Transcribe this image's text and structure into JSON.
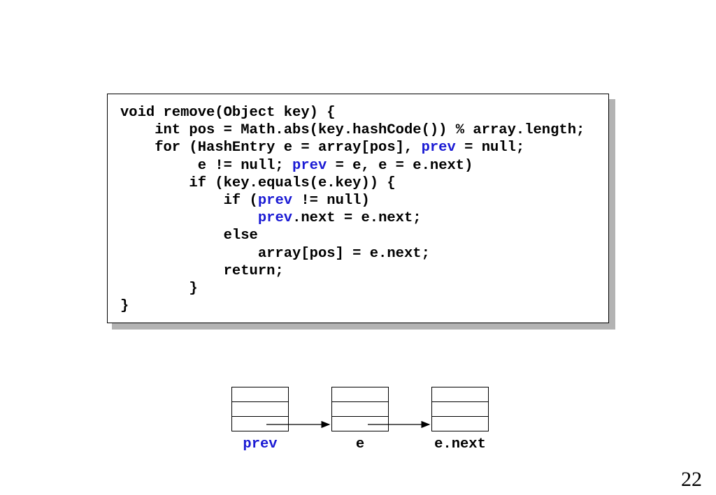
{
  "code": {
    "lines": [
      [
        {
          "t": "void remove(Object key) {",
          "c": "black"
        }
      ],
      [
        {
          "t": "    int pos = Math.abs(key.hashCode()) % array.length;",
          "c": "black"
        }
      ],
      [
        {
          "t": "    for (HashEntry e = array[pos], ",
          "c": "black"
        },
        {
          "t": "prev",
          "c": "blue"
        },
        {
          "t": " = null;",
          "c": "black"
        }
      ],
      [
        {
          "t": "         e != null; ",
          "c": "black"
        },
        {
          "t": "prev",
          "c": "blue"
        },
        {
          "t": " = e, e = e.next)",
          "c": "black"
        }
      ],
      [
        {
          "t": "        if (key.equals(e.key)) {",
          "c": "black"
        }
      ],
      [
        {
          "t": "            if (",
          "c": "black"
        },
        {
          "t": "prev",
          "c": "blue"
        },
        {
          "t": " != null)",
          "c": "black"
        }
      ],
      [
        {
          "t": "                ",
          "c": "black"
        },
        {
          "t": "prev",
          "c": "blue"
        },
        {
          "t": ".next = e.next;",
          "c": "black"
        }
      ],
      [
        {
          "t": "            else",
          "c": "black"
        }
      ],
      [
        {
          "t": "                array[pos] = e.next;",
          "c": "black"
        }
      ],
      [
        {
          "t": "            return;",
          "c": "black"
        }
      ],
      [
        {
          "t": "        }",
          "c": "black"
        }
      ],
      [
        {
          "t": "}",
          "c": "black"
        }
      ]
    ]
  },
  "diagram": {
    "nodes": [
      {
        "label": "prev",
        "color": "#1a1ad4"
      },
      {
        "label": "e",
        "color": "#000000"
      },
      {
        "label": "e.next",
        "color": "#000000"
      }
    ]
  },
  "page_number": "22",
  "colors": {
    "highlight": "#1a1ad4",
    "text": "#000000",
    "shadow": "#b3b3b3"
  }
}
